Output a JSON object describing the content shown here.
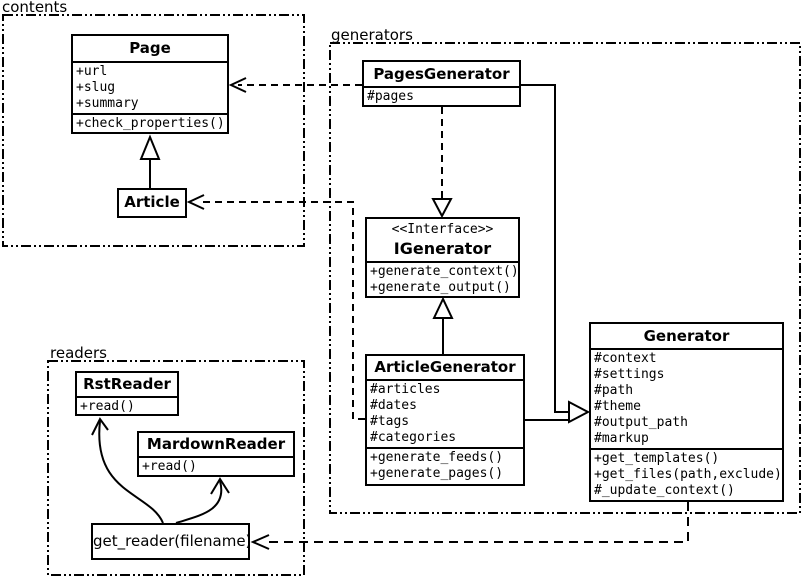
{
  "diagram": {
    "background": "#ffffff",
    "line_color": "#000000"
  },
  "packages": {
    "contents": {
      "label": "contents"
    },
    "generators": {
      "label": "generators"
    },
    "readers": {
      "label": "readers"
    }
  },
  "classes": {
    "page": {
      "name": "Page",
      "attributes": [
        "+url",
        "+slug",
        "+summary"
      ],
      "methods": [
        "+check_properties()"
      ]
    },
    "article": {
      "name": "Article"
    },
    "pages_generator": {
      "name": "PagesGenerator",
      "attributes": [
        "#pages"
      ]
    },
    "igenerator": {
      "stereotype": "<<Interface>>",
      "name": "IGenerator",
      "methods": [
        "+generate_context()",
        "+generate_output()"
      ]
    },
    "article_generator": {
      "name": "ArticleGenerator",
      "attributes": [
        "#articles",
        "#dates",
        "#tags",
        "#categories"
      ],
      "methods": [
        "+generate_feeds()",
        "+generate_pages()"
      ]
    },
    "generator": {
      "name": "Generator",
      "attributes": [
        "#context",
        "#settings",
        "#path",
        "#theme",
        "#output_path",
        "#markup"
      ],
      "methods": [
        "+get_templates()",
        "+get_files(path,exclude)",
        "#_update_context()"
      ]
    },
    "rst_reader": {
      "name": "RstReader",
      "methods": [
        "+read()"
      ]
    },
    "markdown_reader": {
      "name": "MardownReader",
      "methods": [
        "+read()"
      ]
    },
    "get_reader": {
      "name": "get_reader(filename)"
    }
  }
}
